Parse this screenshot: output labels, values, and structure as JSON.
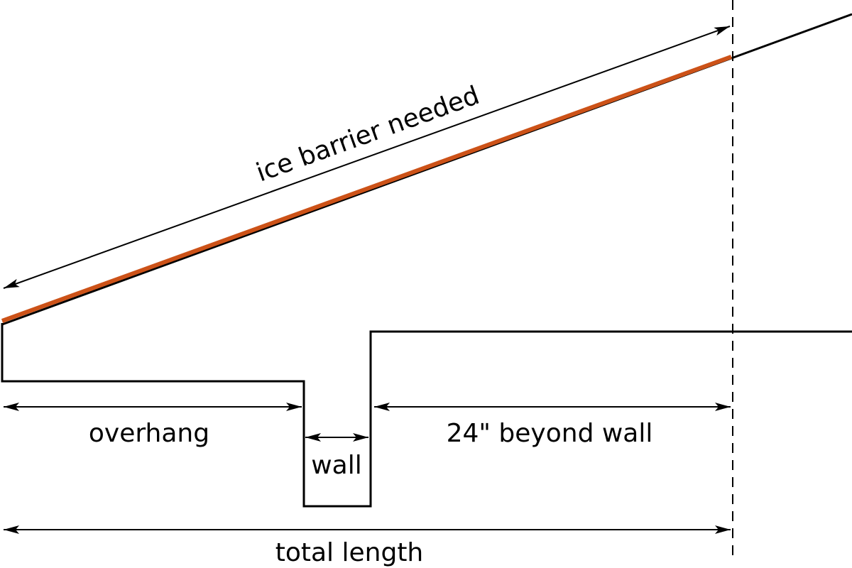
{
  "labels": {
    "ice_barrier": "ice barrier needed",
    "overhang": "overhang",
    "wall": "wall",
    "beyond_wall": "24\" beyond wall",
    "total_length": "total length"
  },
  "colors": {
    "ice_barrier": "#cc5218",
    "line": "#000000"
  }
}
